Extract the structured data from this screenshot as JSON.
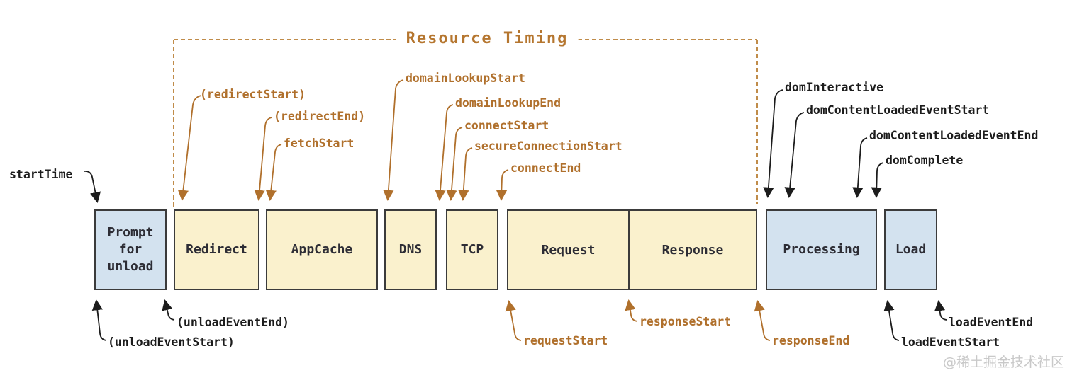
{
  "title": "Resource Timing",
  "watermark": "@稀土掘金技术社区",
  "colors": {
    "accent_orange": "#b0702c",
    "title_orange": "#b5762f",
    "dashed_bracket": "#c08c4a",
    "label_black": "#1c1c1c",
    "box_yellow": "#faf1cd",
    "box_blue": "#d3e2ef",
    "box_border": "#3b3b3b",
    "watermark_gray": "#c9c9c9"
  },
  "phases": [
    {
      "label": "Prompt for unload",
      "kind": "document"
    },
    {
      "label": "Redirect",
      "kind": "network"
    },
    {
      "label": "AppCache",
      "kind": "network"
    },
    {
      "label": "DNS",
      "kind": "network"
    },
    {
      "label": "TCP",
      "kind": "network"
    },
    {
      "label": "Request",
      "kind": "network"
    },
    {
      "label": "Response",
      "kind": "network"
    },
    {
      "label": "Processing",
      "kind": "document"
    },
    {
      "label": "Load",
      "kind": "document"
    }
  ],
  "timing_labels": {
    "start_time": "startTime",
    "redirect_start": "(redirectStart)",
    "redirect_end": "(redirectEnd)",
    "fetch_start": "fetchStart",
    "domain_lookup_start": "domainLookupStart",
    "domain_lookup_end": "domainLookupEnd",
    "connect_start": "connectStart",
    "secure_connection_start": "secureConnectionStart",
    "connect_end": "connectEnd",
    "dom_interactive": "domInteractive",
    "dom_content_loaded_event_start": "domContentLoadedEventStart",
    "dom_content_loaded_event_end": "domContentLoadedEventEnd",
    "dom_complete": "domComplete",
    "unload_event_start": "(unloadEventStart)",
    "unload_event_end": "(unloadEventEnd)",
    "request_start": "requestStart",
    "response_start": "responseStart",
    "response_end": "responseEnd",
    "load_event_start": "loadEventStart",
    "load_event_end": "loadEventEnd"
  }
}
